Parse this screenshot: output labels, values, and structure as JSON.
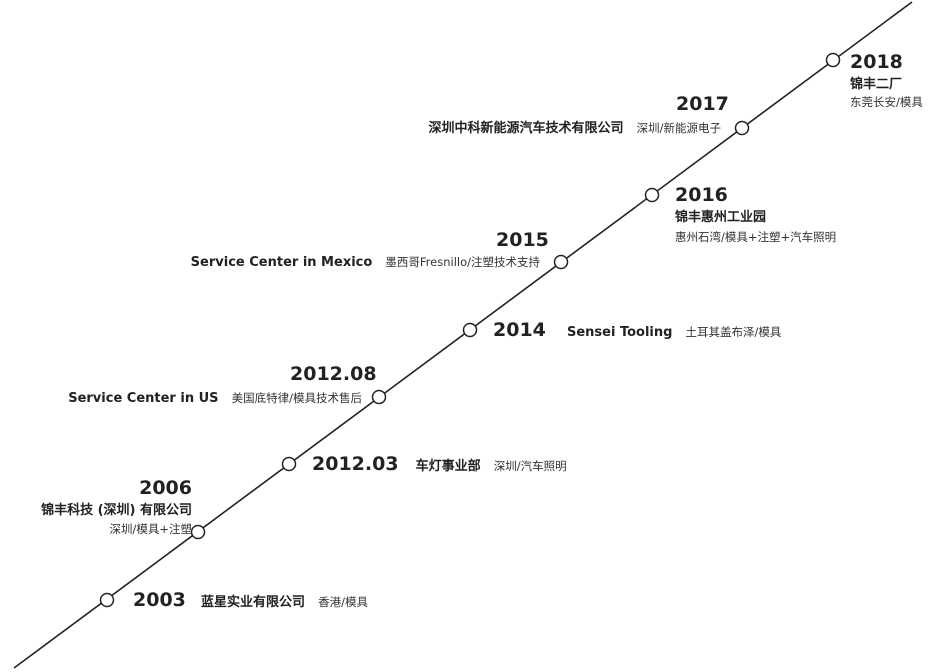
{
  "milestones": [
    {
      "year": "2003",
      "name": "蓝星实业有限公司",
      "desc": "香港/模具"
    },
    {
      "year": "2006",
      "name": "锦丰科技 (深圳) 有限公司",
      "desc": "深圳/模具+注塑"
    },
    {
      "year": "2012.03",
      "name": "车灯事业部",
      "desc": "深圳/汽车照明"
    },
    {
      "year": "2012.08",
      "name": "Service Center in US",
      "desc": "美国底特律/模具技术售后"
    },
    {
      "year": "2014",
      "name": "Sensei Tooling",
      "desc": "土耳其盖布泽/模具"
    },
    {
      "year": "2015",
      "name": "Service Center in Mexico",
      "desc": "墨西哥Fresnillo/注塑技术支持"
    },
    {
      "year": "2016",
      "name": "锦丰惠州工业园",
      "desc": "惠州石湾/模具+注塑+汽车照明"
    },
    {
      "year": "2017",
      "name": "深圳中科新能源汽车技术有限公司",
      "desc": "深圳/新能源电子"
    },
    {
      "year": "2018",
      "name": "锦丰二厂",
      "desc": "东莞长安/模具"
    }
  ],
  "colors": {
    "line": "#222222",
    "node_fill": "#ffffff",
    "node_stroke": "#222222"
  }
}
